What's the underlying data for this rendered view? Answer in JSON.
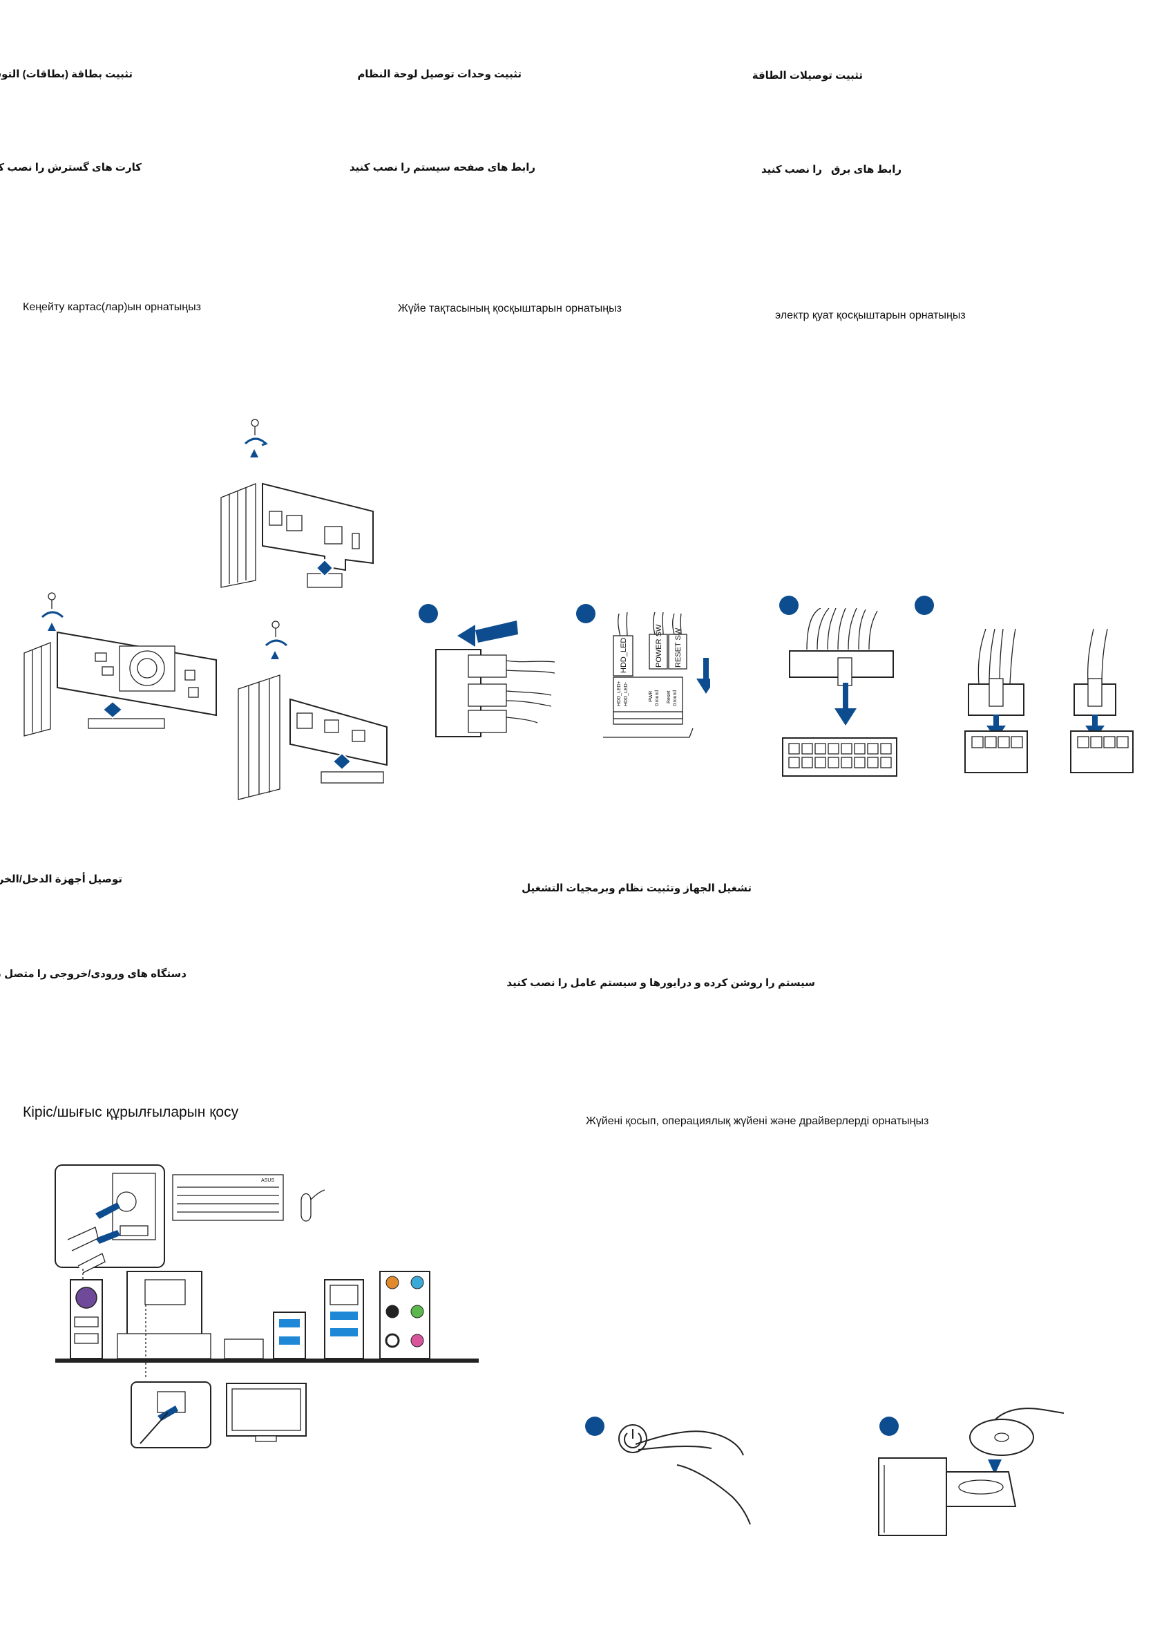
{
  "col1": {
    "title_ar": "تثبيت بطاقة (بطاقات) التوسعة",
    "title_fa": "کارت های گسترش را نصب کنید",
    "title_kz": "Кеңейту картас(лар)ын орнатыңыз"
  },
  "col2": {
    "title_ar": "تثبيت وحدات توصيل لوحة النظام",
    "title_fa": "رابط های صفحه سیستم را نصب کنید",
    "title_kz": "Жүйе тақтасының қосқыштарын орнатыңыз",
    "labels": [
      "HDD_LED",
      "POWER SW",
      "RESET SW"
    ],
    "pin_labels": [
      "HDD_LED+",
      "HDD_LED-",
      "PWR",
      "Ground",
      "Reset",
      "Ground"
    ]
  },
  "col3": {
    "title_ar": "تثبيت توصيلات الطاقة",
    "title_fa_1": "را نصب کنید",
    "title_fa_2": "رابط های برق",
    "title_kz": "электр қуат қосқыштарын орнатыңыз"
  },
  "io": {
    "title_ar": "توصيل أجهزة الدخل/الخرج",
    "title_fa": "دستگاه های ورودی/خروجی را متصل نمایید",
    "title_kz": "Кіріс/шығыс құрылғыларын қосу",
    "keyboard_brand": "ASUS"
  },
  "boot": {
    "title_ar": "تشغيل الجهاز وتثبيت نظام وبرمجيات التشغيل",
    "title_fa": "سیستم را روشن کرده و درایورها و سیستم عامل را نصب کنید",
    "title_kz": "Жүйені қосып, операциялық жүйені және драйверлерді орнатыңыз"
  },
  "colors": {
    "step_blue": "#0d4d8f",
    "line": "#222222"
  }
}
